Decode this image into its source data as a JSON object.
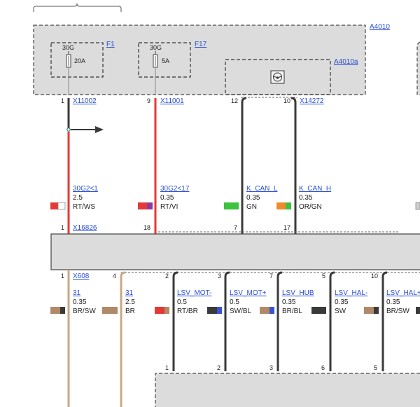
{
  "modules": {
    "main": {
      "id": "A4010"
    },
    "sub": {
      "id": "A4010a"
    }
  },
  "fuses": [
    {
      "id": "F1",
      "terminal": "30G",
      "rating": "20A"
    },
    {
      "id": "F17",
      "terminal": "30G",
      "rating": "5A"
    }
  ],
  "top_connectors": [
    {
      "id": "X11002",
      "pin": "1"
    },
    {
      "id": "X11001",
      "pin": "9"
    },
    {
      "pin": "12"
    },
    {
      "id": "X14272",
      "pin": "10"
    }
  ],
  "upper_wires": [
    {
      "signal": "30G2<1",
      "size": "2.5",
      "color_code": "RT/WS",
      "color1": "#e53935",
      "color2": "#ffffff"
    },
    {
      "signal": "30G2<17",
      "size": "0.35",
      "color_code": "RT/VI",
      "color1": "#e53935",
      "color2": "#8e3a9d"
    },
    {
      "signal": "K_CAN_L",
      "size": "0.35",
      "color_code": "GN",
      "color1": "#3cc23c",
      "color2": "#3cc23c"
    },
    {
      "signal": "K_CAN_H",
      "size": "0.35",
      "color_code": "OR/GN",
      "color1": "#f08a2c",
      "color2": "#3cc23c"
    }
  ],
  "middle_connector": {
    "id": "X16826",
    "pins": [
      "1",
      "18",
      "7",
      "17"
    ]
  },
  "bottom_connector": {
    "id": "X608",
    "pins": [
      "1",
      "4",
      "2",
      "3",
      "7",
      "5",
      "10"
    ]
  },
  "lower_wires": [
    {
      "signal": "31",
      "size": "0.35",
      "color_code": "BR/SW",
      "color1": "#b08a68",
      "color2": "#3a3a3a"
    },
    {
      "signal": "31",
      "size": "2.5",
      "color_code": "BR",
      "color1": "#b08a68",
      "color2": "#b08a68"
    },
    {
      "signal": "LSV_MOT-",
      "size": "0.5",
      "color_code": "RT/BR",
      "color1": "#e53935",
      "color2": "#b08a68"
    },
    {
      "signal": "LSV_MOT+",
      "size": "0.5",
      "color_code": "SW/BL",
      "color1": "#3a3a3a",
      "color2": "#3a52d6"
    },
    {
      "signal": "LSV_HUB",
      "size": "0.35",
      "color_code": "BR/BL",
      "color1": "#b08a68",
      "color2": "#3a52d6"
    },
    {
      "signal": "LSV_HAL-",
      "size": "0.35",
      "color_code": "SW",
      "color1": "#3a3a3a",
      "color2": "#3a3a3a"
    },
    {
      "signal": "LSV_HAL+",
      "size": "0.35",
      "color_code": "BR/SW",
      "color1": "#b08a68",
      "color2": "#3a3a3a"
    }
  ],
  "lower_pins": [
    "1",
    "2",
    "3",
    "6",
    "5"
  ],
  "colors": {
    "module_fill": "#dcdcdc",
    "link": "#2b4fd6",
    "wire_red": "#e53935",
    "wire_dark": "#3a3a3a",
    "wire_brown": "#c9a883"
  }
}
